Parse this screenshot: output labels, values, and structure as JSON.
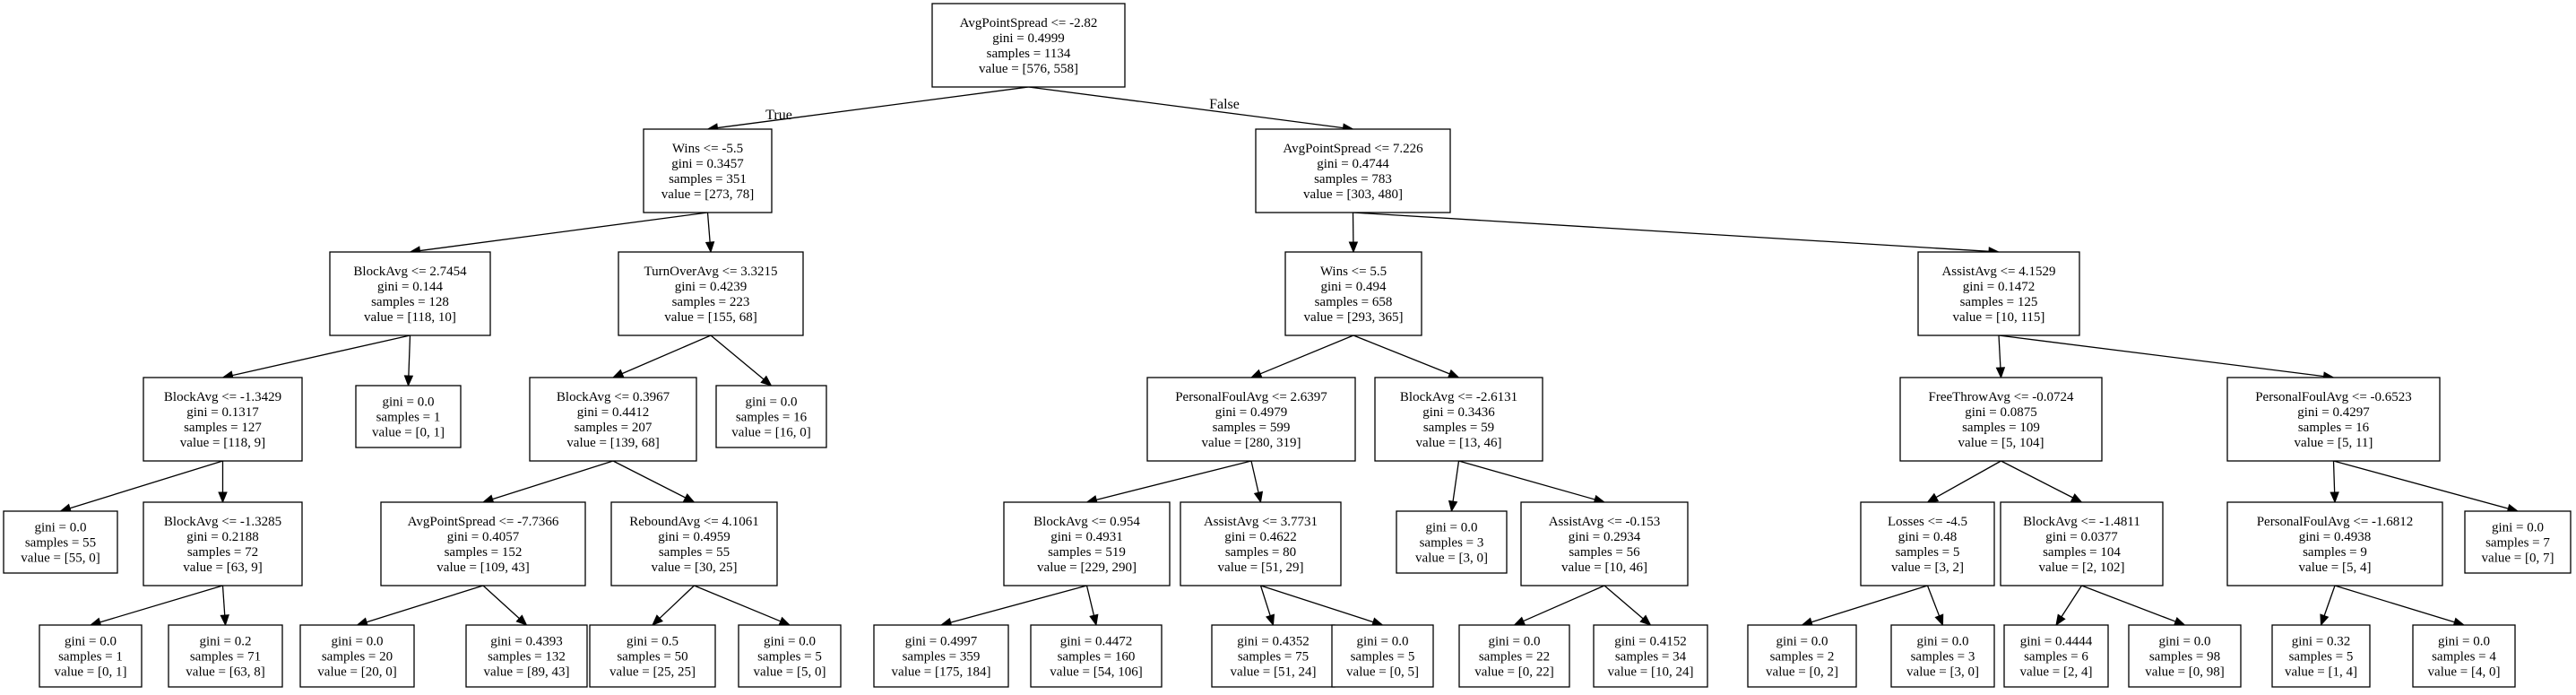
{
  "nodes": [
    {
      "id": "n0",
      "lines": [
        "AvgPointSpread <= -2.82",
        "gini = 0.4999",
        "samples = 1134",
        "value = [576, 558]"
      ]
    },
    {
      "id": "n1",
      "lines": [
        "Wins <= -5.5",
        "gini = 0.3457",
        "samples = 351",
        "value = [273, 78]"
      ]
    },
    {
      "id": "n2",
      "lines": [
        "AvgPointSpread <= 7.226",
        "gini = 0.4744",
        "samples = 783",
        "value = [303, 480]"
      ]
    },
    {
      "id": "n3",
      "lines": [
        "BlockAvg <= 2.7454",
        "gini = 0.144",
        "samples = 128",
        "value = [118, 10]"
      ]
    },
    {
      "id": "n4",
      "lines": [
        "TurnOverAvg <= 3.3215",
        "gini = 0.4239",
        "samples = 223",
        "value = [155, 68]"
      ]
    },
    {
      "id": "n5",
      "lines": [
        "Wins <= 5.5",
        "gini = 0.494",
        "samples = 658",
        "value = [293, 365]"
      ]
    },
    {
      "id": "n6",
      "lines": [
        "AssistAvg <= 4.1529",
        "gini = 0.1472",
        "samples = 125",
        "value = [10, 115]"
      ]
    },
    {
      "id": "n7",
      "lines": [
        "BlockAvg <= -1.3429",
        "gini = 0.1317",
        "samples = 127",
        "value = [118, 9]"
      ]
    },
    {
      "id": "n8",
      "lines": [
        "gini = 0.0",
        "samples = 1",
        "value = [0, 1]"
      ]
    },
    {
      "id": "n9",
      "lines": [
        "BlockAvg <= 0.3967",
        "gini = 0.4412",
        "samples = 207",
        "value = [139, 68]"
      ]
    },
    {
      "id": "n10",
      "lines": [
        "gini = 0.0",
        "samples = 16",
        "value = [16, 0]"
      ]
    },
    {
      "id": "n11",
      "lines": [
        "PersonalFoulAvg <= 2.6397",
        "gini = 0.4979",
        "samples = 599",
        "value = [280, 319]"
      ]
    },
    {
      "id": "n12",
      "lines": [
        "BlockAvg <= -2.6131",
        "gini = 0.3436",
        "samples = 59",
        "value = [13, 46]"
      ]
    },
    {
      "id": "n13",
      "lines": [
        "FreeThrowAvg <= -0.0724",
        "gini = 0.0875",
        "samples = 109",
        "value = [5, 104]"
      ]
    },
    {
      "id": "n14",
      "lines": [
        "PersonalFoulAvg <= -0.6523",
        "gini = 0.4297",
        "samples = 16",
        "value = [5, 11]"
      ]
    },
    {
      "id": "n15",
      "lines": [
        "gini = 0.0",
        "samples = 55",
        "value = [55, 0]"
      ]
    },
    {
      "id": "n16",
      "lines": [
        "BlockAvg <= -1.3285",
        "gini = 0.2188",
        "samples = 72",
        "value = [63, 9]"
      ]
    },
    {
      "id": "n17",
      "lines": [
        "AvgPointSpread <= -7.7366",
        "gini = 0.4057",
        "samples = 152",
        "value = [109, 43]"
      ]
    },
    {
      "id": "n18",
      "lines": [
        "ReboundAvg <= 4.1061",
        "gini = 0.4959",
        "samples = 55",
        "value = [30, 25]"
      ]
    },
    {
      "id": "n19",
      "lines": [
        "BlockAvg <= 0.954",
        "gini = 0.4931",
        "samples = 519",
        "value = [229, 290]"
      ]
    },
    {
      "id": "n20",
      "lines": [
        "AssistAvg <= 3.7731",
        "gini = 0.4622",
        "samples = 80",
        "value = [51, 29]"
      ]
    },
    {
      "id": "n21",
      "lines": [
        "gini = 0.0",
        "samples = 3",
        "value = [3, 0]"
      ]
    },
    {
      "id": "n22",
      "lines": [
        "AssistAvg <= -0.153",
        "gini = 0.2934",
        "samples = 56",
        "value = [10, 46]"
      ]
    },
    {
      "id": "n23",
      "lines": [
        "Losses <= -4.5",
        "gini = 0.48",
        "samples = 5",
        "value = [3, 2]"
      ]
    },
    {
      "id": "n24",
      "lines": [
        "BlockAvg <= -1.4811",
        "gini = 0.0377",
        "samples = 104",
        "value = [2, 102]"
      ]
    },
    {
      "id": "n25",
      "lines": [
        "PersonalFoulAvg <= -1.6812",
        "gini = 0.4938",
        "samples = 9",
        "value = [5, 4]"
      ]
    },
    {
      "id": "n26",
      "lines": [
        "gini = 0.0",
        "samples = 7",
        "value = [0, 7]"
      ]
    },
    {
      "id": "n27",
      "lines": [
        "gini = 0.0",
        "samples = 1",
        "value = [0, 1]"
      ]
    },
    {
      "id": "n28",
      "lines": [
        "gini = 0.2",
        "samples = 71",
        "value = [63, 8]"
      ]
    },
    {
      "id": "n29",
      "lines": [
        "gini = 0.0",
        "samples = 20",
        "value = [20, 0]"
      ]
    },
    {
      "id": "n30",
      "lines": [
        "gini = 0.4393",
        "samples = 132",
        "value = [89, 43]"
      ]
    },
    {
      "id": "n31",
      "lines": [
        "gini = 0.5",
        "samples = 50",
        "value = [25, 25]"
      ]
    },
    {
      "id": "n32",
      "lines": [
        "gini = 0.0",
        "samples = 5",
        "value = [5, 0]"
      ]
    },
    {
      "id": "n33",
      "lines": [
        "gini = 0.4997",
        "samples = 359",
        "value = [175, 184]"
      ]
    },
    {
      "id": "n34",
      "lines": [
        "gini = 0.4472",
        "samples = 160",
        "value = [54, 106]"
      ]
    },
    {
      "id": "n35",
      "lines": [
        "gini = 0.4352",
        "samples = 75",
        "value = [51, 24]"
      ]
    },
    {
      "id": "n36",
      "lines": [
        "gini = 0.0",
        "samples = 5",
        "value = [0, 5]"
      ]
    },
    {
      "id": "n37",
      "lines": [
        "gini = 0.0",
        "samples = 22",
        "value = [0, 22]"
      ]
    },
    {
      "id": "n38",
      "lines": [
        "gini = 0.4152",
        "samples = 34",
        "value = [10, 24]"
      ]
    },
    {
      "id": "n39",
      "lines": [
        "gini = 0.0",
        "samples = 2",
        "value = [0, 2]"
      ]
    },
    {
      "id": "n40",
      "lines": [
        "gini = 0.0",
        "samples = 3",
        "value = [3, 0]"
      ]
    },
    {
      "id": "n41",
      "lines": [
        "gini = 0.4444",
        "samples = 6",
        "value = [2, 4]"
      ]
    },
    {
      "id": "n42",
      "lines": [
        "gini = 0.0",
        "samples = 98",
        "value = [0, 98]"
      ]
    },
    {
      "id": "n43",
      "lines": [
        "gini = 0.32",
        "samples = 5",
        "value = [1, 4]"
      ]
    },
    {
      "id": "n44",
      "lines": [
        "gini = 0.0",
        "samples = 4",
        "value = [4, 0]"
      ]
    }
  ],
  "edges": [
    {
      "from": "n0",
      "to": "n1",
      "label": "True"
    },
    {
      "from": "n0",
      "to": "n2",
      "label": "False"
    },
    {
      "from": "n1",
      "to": "n3"
    },
    {
      "from": "n1",
      "to": "n4"
    },
    {
      "from": "n2",
      "to": "n5"
    },
    {
      "from": "n2",
      "to": "n6"
    },
    {
      "from": "n3",
      "to": "n7"
    },
    {
      "from": "n3",
      "to": "n8"
    },
    {
      "from": "n4",
      "to": "n9"
    },
    {
      "from": "n4",
      "to": "n10"
    },
    {
      "from": "n5",
      "to": "n11"
    },
    {
      "from": "n5",
      "to": "n12"
    },
    {
      "from": "n6",
      "to": "n13"
    },
    {
      "from": "n6",
      "to": "n14"
    },
    {
      "from": "n7",
      "to": "n15"
    },
    {
      "from": "n7",
      "to": "n16"
    },
    {
      "from": "n9",
      "to": "n17"
    },
    {
      "from": "n9",
      "to": "n18"
    },
    {
      "from": "n11",
      "to": "n19"
    },
    {
      "from": "n11",
      "to": "n20"
    },
    {
      "from": "n12",
      "to": "n21"
    },
    {
      "from": "n12",
      "to": "n22"
    },
    {
      "from": "n13",
      "to": "n23"
    },
    {
      "from": "n13",
      "to": "n24"
    },
    {
      "from": "n14",
      "to": "n25"
    },
    {
      "from": "n14",
      "to": "n26"
    },
    {
      "from": "n16",
      "to": "n27"
    },
    {
      "from": "n16",
      "to": "n28"
    },
    {
      "from": "n17",
      "to": "n29"
    },
    {
      "from": "n17",
      "to": "n30"
    },
    {
      "from": "n18",
      "to": "n31"
    },
    {
      "from": "n18",
      "to": "n32"
    },
    {
      "from": "n19",
      "to": "n33"
    },
    {
      "from": "n19",
      "to": "n34"
    },
    {
      "from": "n20",
      "to": "n35"
    },
    {
      "from": "n20",
      "to": "n36"
    },
    {
      "from": "n22",
      "to": "n37"
    },
    {
      "from": "n22",
      "to": "n38"
    },
    {
      "from": "n23",
      "to": "n39"
    },
    {
      "from": "n23",
      "to": "n40"
    },
    {
      "from": "n24",
      "to": "n41"
    },
    {
      "from": "n24",
      "to": "n42"
    },
    {
      "from": "n25",
      "to": "n43"
    },
    {
      "from": "n25",
      "to": "n44"
    }
  ]
}
